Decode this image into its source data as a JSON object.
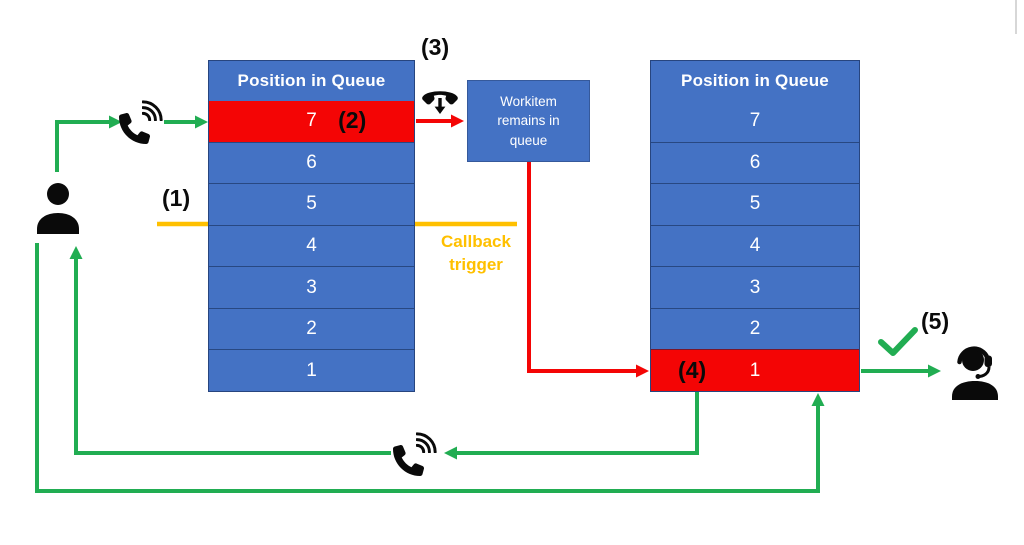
{
  "diagram": {
    "left_queue": {
      "title": "Position in Queue",
      "rows": [
        "7",
        "6",
        "5",
        "4",
        "3",
        "2",
        "1"
      ],
      "highlighted_row": "7"
    },
    "right_queue": {
      "title": "Position in Queue",
      "rows": [
        "7",
        "6",
        "5",
        "4",
        "3",
        "2",
        "1"
      ],
      "highlighted_row": "1"
    },
    "workitem_box": {
      "text": "Workitem remains in queue"
    },
    "labels": {
      "step1": "(1)",
      "step2": "(2)",
      "step3": "(3)",
      "step4": "(4)",
      "step5": "(5)",
      "callback_trigger": "Callback trigger"
    },
    "icons": [
      "customer-icon",
      "ringing-phone-icon-top",
      "hangup-phone-icon",
      "ringing-phone-icon-bottom",
      "agent-headset-icon",
      "success-check-icon"
    ],
    "colors": {
      "queue_blue": "#4472C4",
      "highlight_red": "#F40505",
      "arrow_green": "#21AD52",
      "trigger_yellow": "#FFC000",
      "text_white": "#FFFFFF",
      "label_black": "#0B0B0B"
    }
  }
}
